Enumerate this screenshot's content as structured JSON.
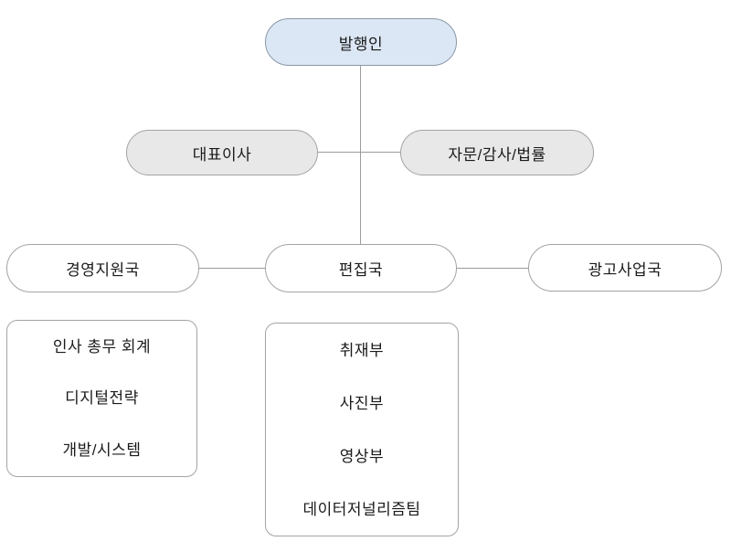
{
  "diagram": {
    "type": "org-chart",
    "nodes": {
      "publisher": {
        "label": "발행인",
        "fill": "#dbe7f4",
        "border": "#8b98a8"
      },
      "ceo": {
        "label": "대표이사",
        "fill": "#e8e8e8"
      },
      "advisory": {
        "label": "자문/감사/법률",
        "fill": "#e8e8e8"
      },
      "mgmt_bureau": {
        "label": "경영지원국",
        "fill": "#ffffff"
      },
      "editorial_bureau": {
        "label": "편집국",
        "fill": "#ffffff"
      },
      "ad_bureau": {
        "label": "광고사업국",
        "fill": "#ffffff"
      }
    },
    "mgmt_children": [
      "인사 총무 회계",
      "디지털전략",
      "개발/시스템"
    ],
    "editorial_children": [
      "취재부",
      "사진부",
      "영상부",
      "데이터저널리즘팀"
    ],
    "edges": [
      "publisher-editorial_bureau",
      "ceo-advisory",
      "mgmt_bureau-editorial_bureau",
      "editorial_bureau-ad_bureau"
    ],
    "colors": {
      "publisher_fill": "#dbe7f4",
      "secondary_fill": "#e8e8e8",
      "default_fill": "#ffffff",
      "border_gray": "#a3a3a3",
      "border_blue_gray": "#8b98a8",
      "connector_line": "#9b9ba0",
      "text": "#1a1a1a",
      "background": "#ffffff"
    }
  }
}
